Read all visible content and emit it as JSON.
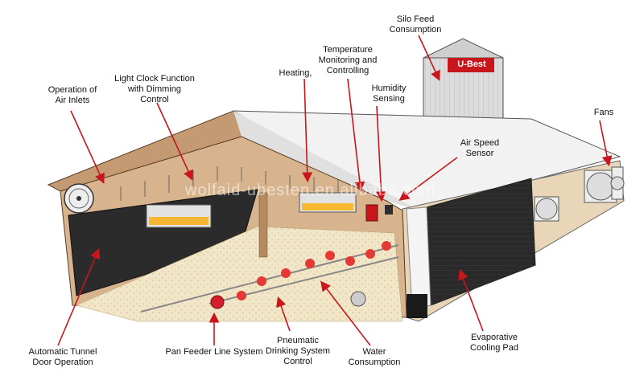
{
  "labels": {
    "silo_feed": "Silo Feed\nConsumption",
    "temperature": "Temperature\nMonitoring and\nControlling",
    "heating": "Heating,",
    "humidity": "Humidity\nSensing",
    "light_clock": "Light Clock Function\nwith Dimming\nControl",
    "air_inlets": "Operation of\nAir Inlets",
    "fans": "Fans",
    "air_speed": "Air Speed\nSensor",
    "tunnel_door": "Automatic Tunnel\nDoor Operation",
    "pan_feeder": "Pan Feeder Line System",
    "pneumatic": "Pneumatic\nDrinking System\nControl",
    "water": "Water\nConsumption",
    "evap_pad": "Evaporative\nCooling Pad"
  },
  "silo_logo": "U-Best",
  "watermark": "wolfaid-ubesten.en.alibaba.com",
  "colors": {
    "arrow": "#c8161d",
    "roof": "#f2f2f2",
    "wood": "#c39a72",
    "wall_inner": "#d7b48e",
    "pad": "#2b2b2b",
    "litter": "#f1e6c8",
    "silo": "#d9d9d9",
    "silo_logo": "#c8161d"
  }
}
